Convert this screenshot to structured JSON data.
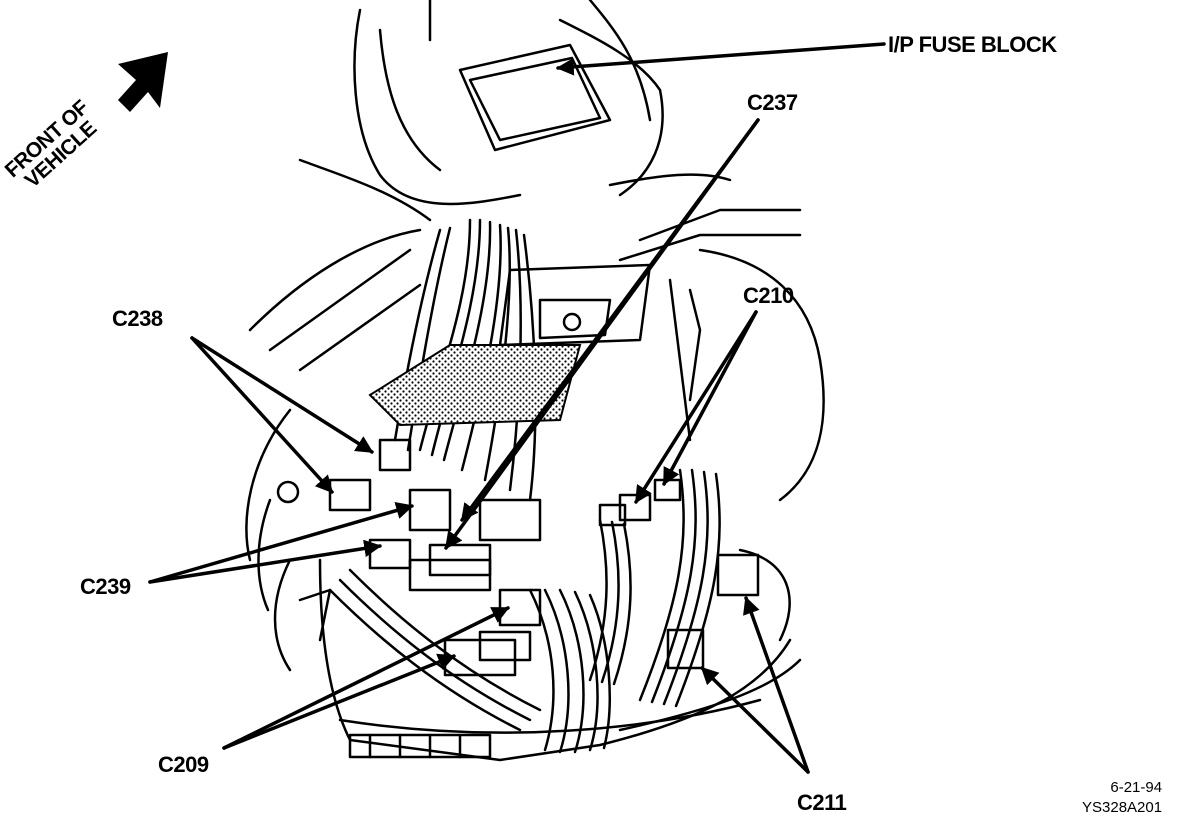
{
  "diagram": {
    "orientation": {
      "line1": "FRONT OF",
      "line2": "VEHICLE"
    },
    "components": {
      "fuse_block": "I/P FUSE BLOCK",
      "c237": "C237",
      "c238": "C238",
      "c210": "C210",
      "c239": "C239",
      "c209": "C209",
      "c211": "C211"
    },
    "stamp": {
      "date": "6-21-94",
      "code": "YS328A201"
    }
  }
}
